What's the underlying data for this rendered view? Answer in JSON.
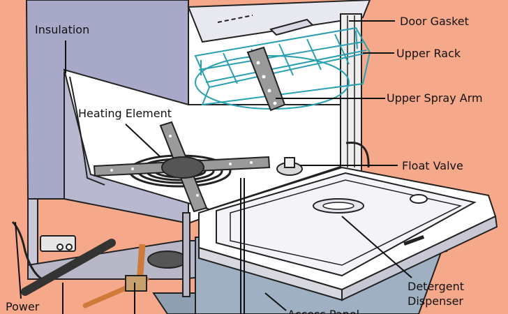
{
  "labels": {
    "insulation": "Insulation",
    "door_gasket": "Door Gasket",
    "upper_rack": "Upper Rack",
    "upper_spray_arm": "Upper Spray Arm",
    "heating_element": "Heating Element",
    "float_valve": "Float Valve",
    "detergent_dispenser_line1": "Detergent",
    "detergent_dispenser_line2": "Dispenser",
    "power": "Power",
    "access_panel": "Access Panel"
  },
  "colors": {
    "background": "#f6a98a",
    "cabinet_side": "#a8a8c8",
    "interior": "#ffffff",
    "outline": "#222222",
    "rack_wire": "#2aa0b0",
    "spray_arm": "#9a9a9a",
    "heating_element": "#222222",
    "access_panel": "#8e9fb0",
    "pipe_copper": "#d07a3a",
    "pipe_dark": "#333333",
    "leader_line": "#111111"
  }
}
